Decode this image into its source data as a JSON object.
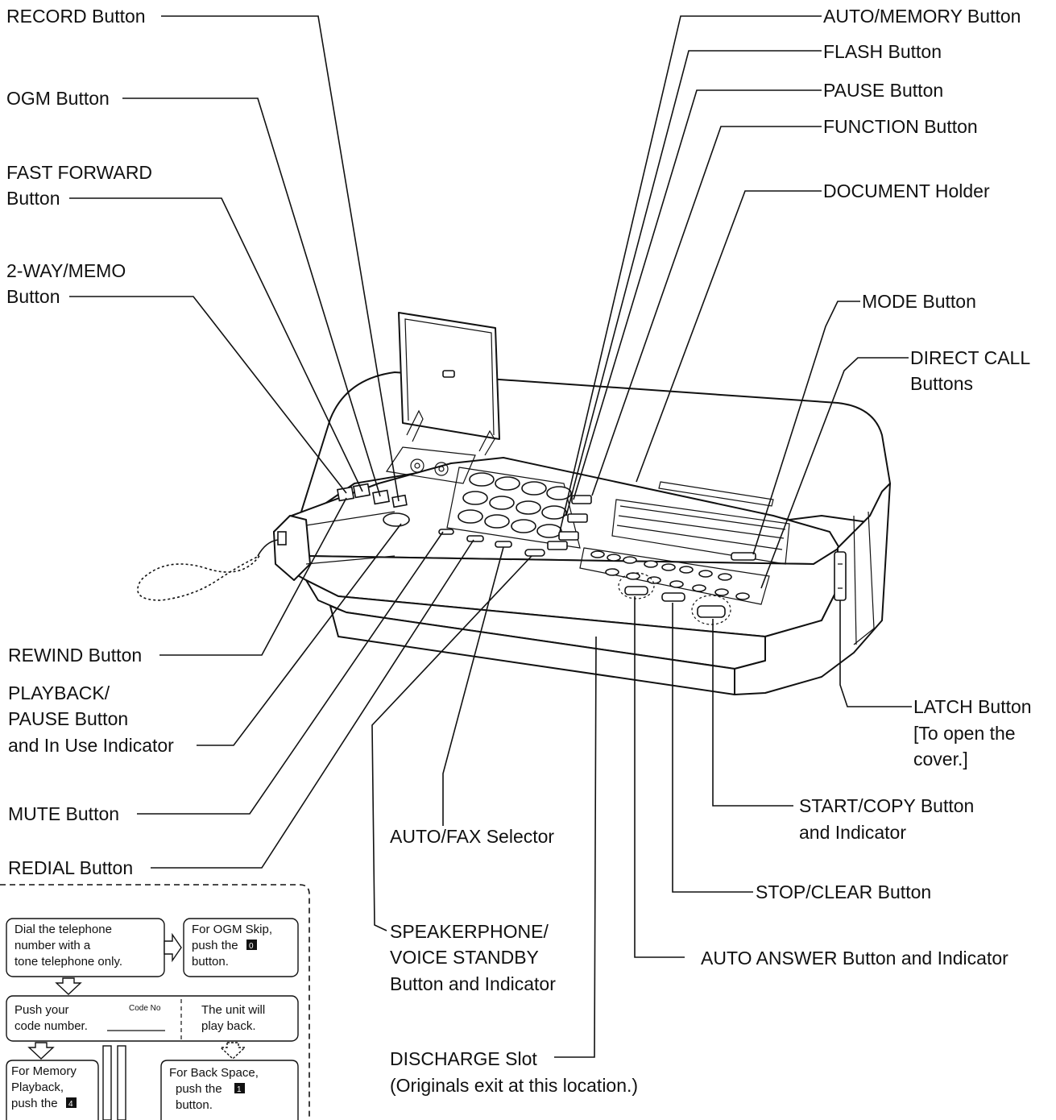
{
  "labels": {
    "record": "RECORD Button",
    "ogm": "OGM Button",
    "fast_forward_1": "FAST FORWARD",
    "fast_forward_2": "Button",
    "two_way_1": "2-WAY/MEMO",
    "two_way_2": "Button",
    "auto_memory": "AUTO/MEMORY Button",
    "flash": "FLASH Button",
    "pause": "PAUSE Button",
    "function": "FUNCTION Button",
    "document": "DOCUMENT Holder",
    "mode": "MODE Button",
    "direct_call_1": "DIRECT CALL",
    "direct_call_2": "Buttons",
    "rewind": "REWIND Button",
    "playback_1": "PLAYBACK/",
    "playback_2": "PAUSE Button",
    "playback_3": "and In Use Indicator",
    "mute": "MUTE Button",
    "redial": "REDIAL Button",
    "latch_1": "LATCH Button",
    "latch_2": "[To open the",
    "latch_3": "cover.]",
    "start_copy_1": "START/COPY Button",
    "start_copy_2": "and Indicator",
    "auto_fax": "AUTO/FAX Selector",
    "stop_clear": "STOP/CLEAR Button",
    "speakerphone_1": "SPEAKERPHONE/",
    "speakerphone_2": "VOICE STANDBY",
    "speakerphone_3": "Button and Indicator",
    "auto_answer": "AUTO ANSWER Button and Indicator",
    "discharge_1": "DISCHARGE Slot",
    "discharge_2": "(Originals exit at this location.)"
  },
  "flowchart": {
    "dial_1": "Dial the telephone",
    "dial_2": "number with a",
    "dial_3": "tone telephone only.",
    "ogm_skip_1": "For OGM Skip,",
    "ogm_skip_2": "push the",
    "ogm_skip_key": "0",
    "ogm_skip_3": "button.",
    "push_code_1": "Push your",
    "push_code_2": "code number.",
    "code_no": "Code No",
    "unit_play_1": "The unit will",
    "unit_play_2": "play back.",
    "memory_1": "For Memory",
    "memory_2": "Playback,",
    "memory_3": "push the",
    "memory_key": "4",
    "back_space_1": "For Back Space,",
    "back_space_2": "push the",
    "back_space_key": "1",
    "back_space_3": "button."
  },
  "colors": {
    "ink": "#111111",
    "paper": "#ffffff"
  }
}
